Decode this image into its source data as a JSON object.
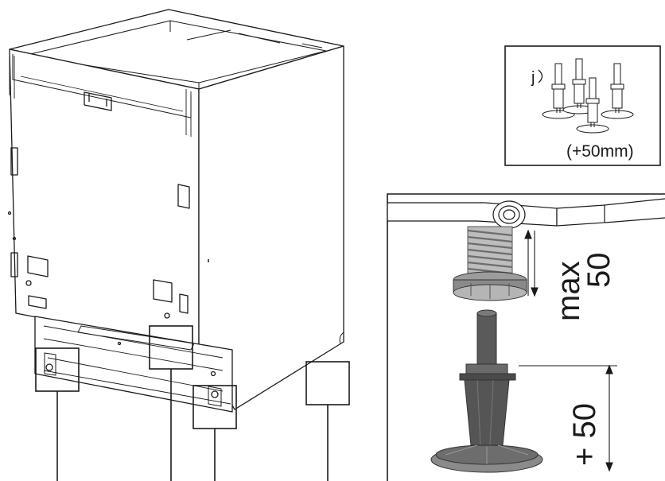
{
  "inset_kit": {
    "marker": "j",
    "extension_label": "(+50mm)"
  },
  "detail": {
    "max_label": "max",
    "max_value": "50",
    "plus_label": "+ 50"
  },
  "colors": {
    "line": "#1a1a1a",
    "foot_dark": "#4a4a4a",
    "foot_mid": "#8a8a8a",
    "foot_light": "#b5b5b5",
    "spring": "#bdbdbd",
    "panel_fill": "#ffffff"
  }
}
